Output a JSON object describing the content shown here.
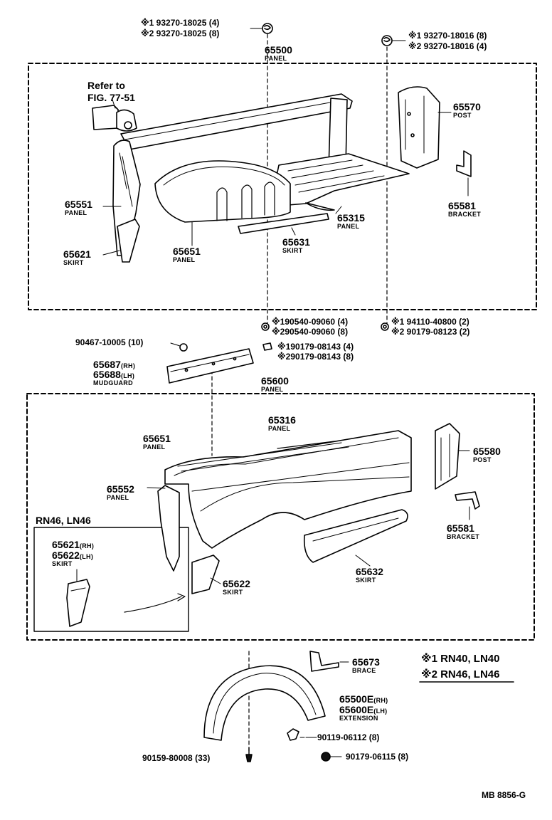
{
  "labels": {
    "top_left_fastener": {
      "line1": "※1 93270-18025 (4)",
      "line2": "※2 93270-18025 (8)"
    },
    "top_right_fastener": {
      "line1": "※1 93270-18016 (8)",
      "line2": "※2 93270-18016 (4)"
    },
    "upper_group": {
      "number": "65500",
      "name": "PANEL"
    },
    "refer": {
      "line1": "Refer to",
      "line2": "FIG. 77-51"
    },
    "post_65570": {
      "number": "65570",
      "name": "POST"
    },
    "bracket_65581_top": {
      "number": "65581",
      "name": "BRACKET"
    },
    "panel_65551": {
      "number": "65551",
      "name": "PANEL"
    },
    "skirt_65621_top": {
      "number": "65621",
      "name": "SKIRT"
    },
    "panel_65651_top": {
      "number": "65651",
      "name": "PANEL"
    },
    "skirt_65631": {
      "number": "65631",
      "name": "SKIRT"
    },
    "panel_65315": {
      "number": "65315",
      "name": "PANEL"
    },
    "nut_mid_left": {
      "line1": "※190540-09060 (4)",
      "line2": "※290540-09060 (8)"
    },
    "nut_mid_right": {
      "line1": "※1 94110-40800 (2)",
      "line2": "※2 90179-08123 (2)"
    },
    "nut_mid_center": {
      "line1": "※190179-08143 (4)",
      "line2": "※290179-08143 (8)"
    },
    "clip_90467": {
      "text": "90467-10005 (10)"
    },
    "mudguard": {
      "rh": "65687",
      "rh_tag": "(RH)",
      "lh": "65688",
      "lh_tag": "(LH)",
      "name": "MUDGUARD"
    },
    "lower_group": {
      "number": "65600",
      "name": "PANEL"
    },
    "panel_65316": {
      "number": "65316",
      "name": "PANEL"
    },
    "panel_65651_low": {
      "number": "65651",
      "name": "PANEL"
    },
    "panel_65552": {
      "number": "65552",
      "name": "PANEL"
    },
    "post_65580": {
      "number": "65580",
      "name": "POST"
    },
    "bracket_65581_low": {
      "number": "65581",
      "name": "BRACKET"
    },
    "inset": {
      "title": "RN46, LN46",
      "rh": "65621",
      "rh_tag": "(RH)",
      "lh": "65622",
      "lh_tag": "(LH)",
      "name": "SKIRT"
    },
    "skirt_65622": {
      "number": "65622",
      "name": "SKIRT"
    },
    "skirt_65632": {
      "number": "65632",
      "name": "SKIRT"
    },
    "brace_65673": {
      "number": "65673",
      "name": "BRACE"
    },
    "legend": {
      "line1": "※1 RN40, LN40",
      "line2": "※2 RN46, LN46"
    },
    "extension": {
      "rh": "65500E",
      "rh_tag": "(RH)",
      "lh": "65600E",
      "lh_tag": "(LH)",
      "name": "EXTENSION"
    },
    "screw_90119": {
      "text": "90119-06112 (8)"
    },
    "screw_90179": {
      "text": "90179-06115 (8)"
    },
    "screw_90159": {
      "text": "90159-80008 (33)"
    },
    "diagram_code": {
      "text": "MB 8856-G"
    }
  }
}
